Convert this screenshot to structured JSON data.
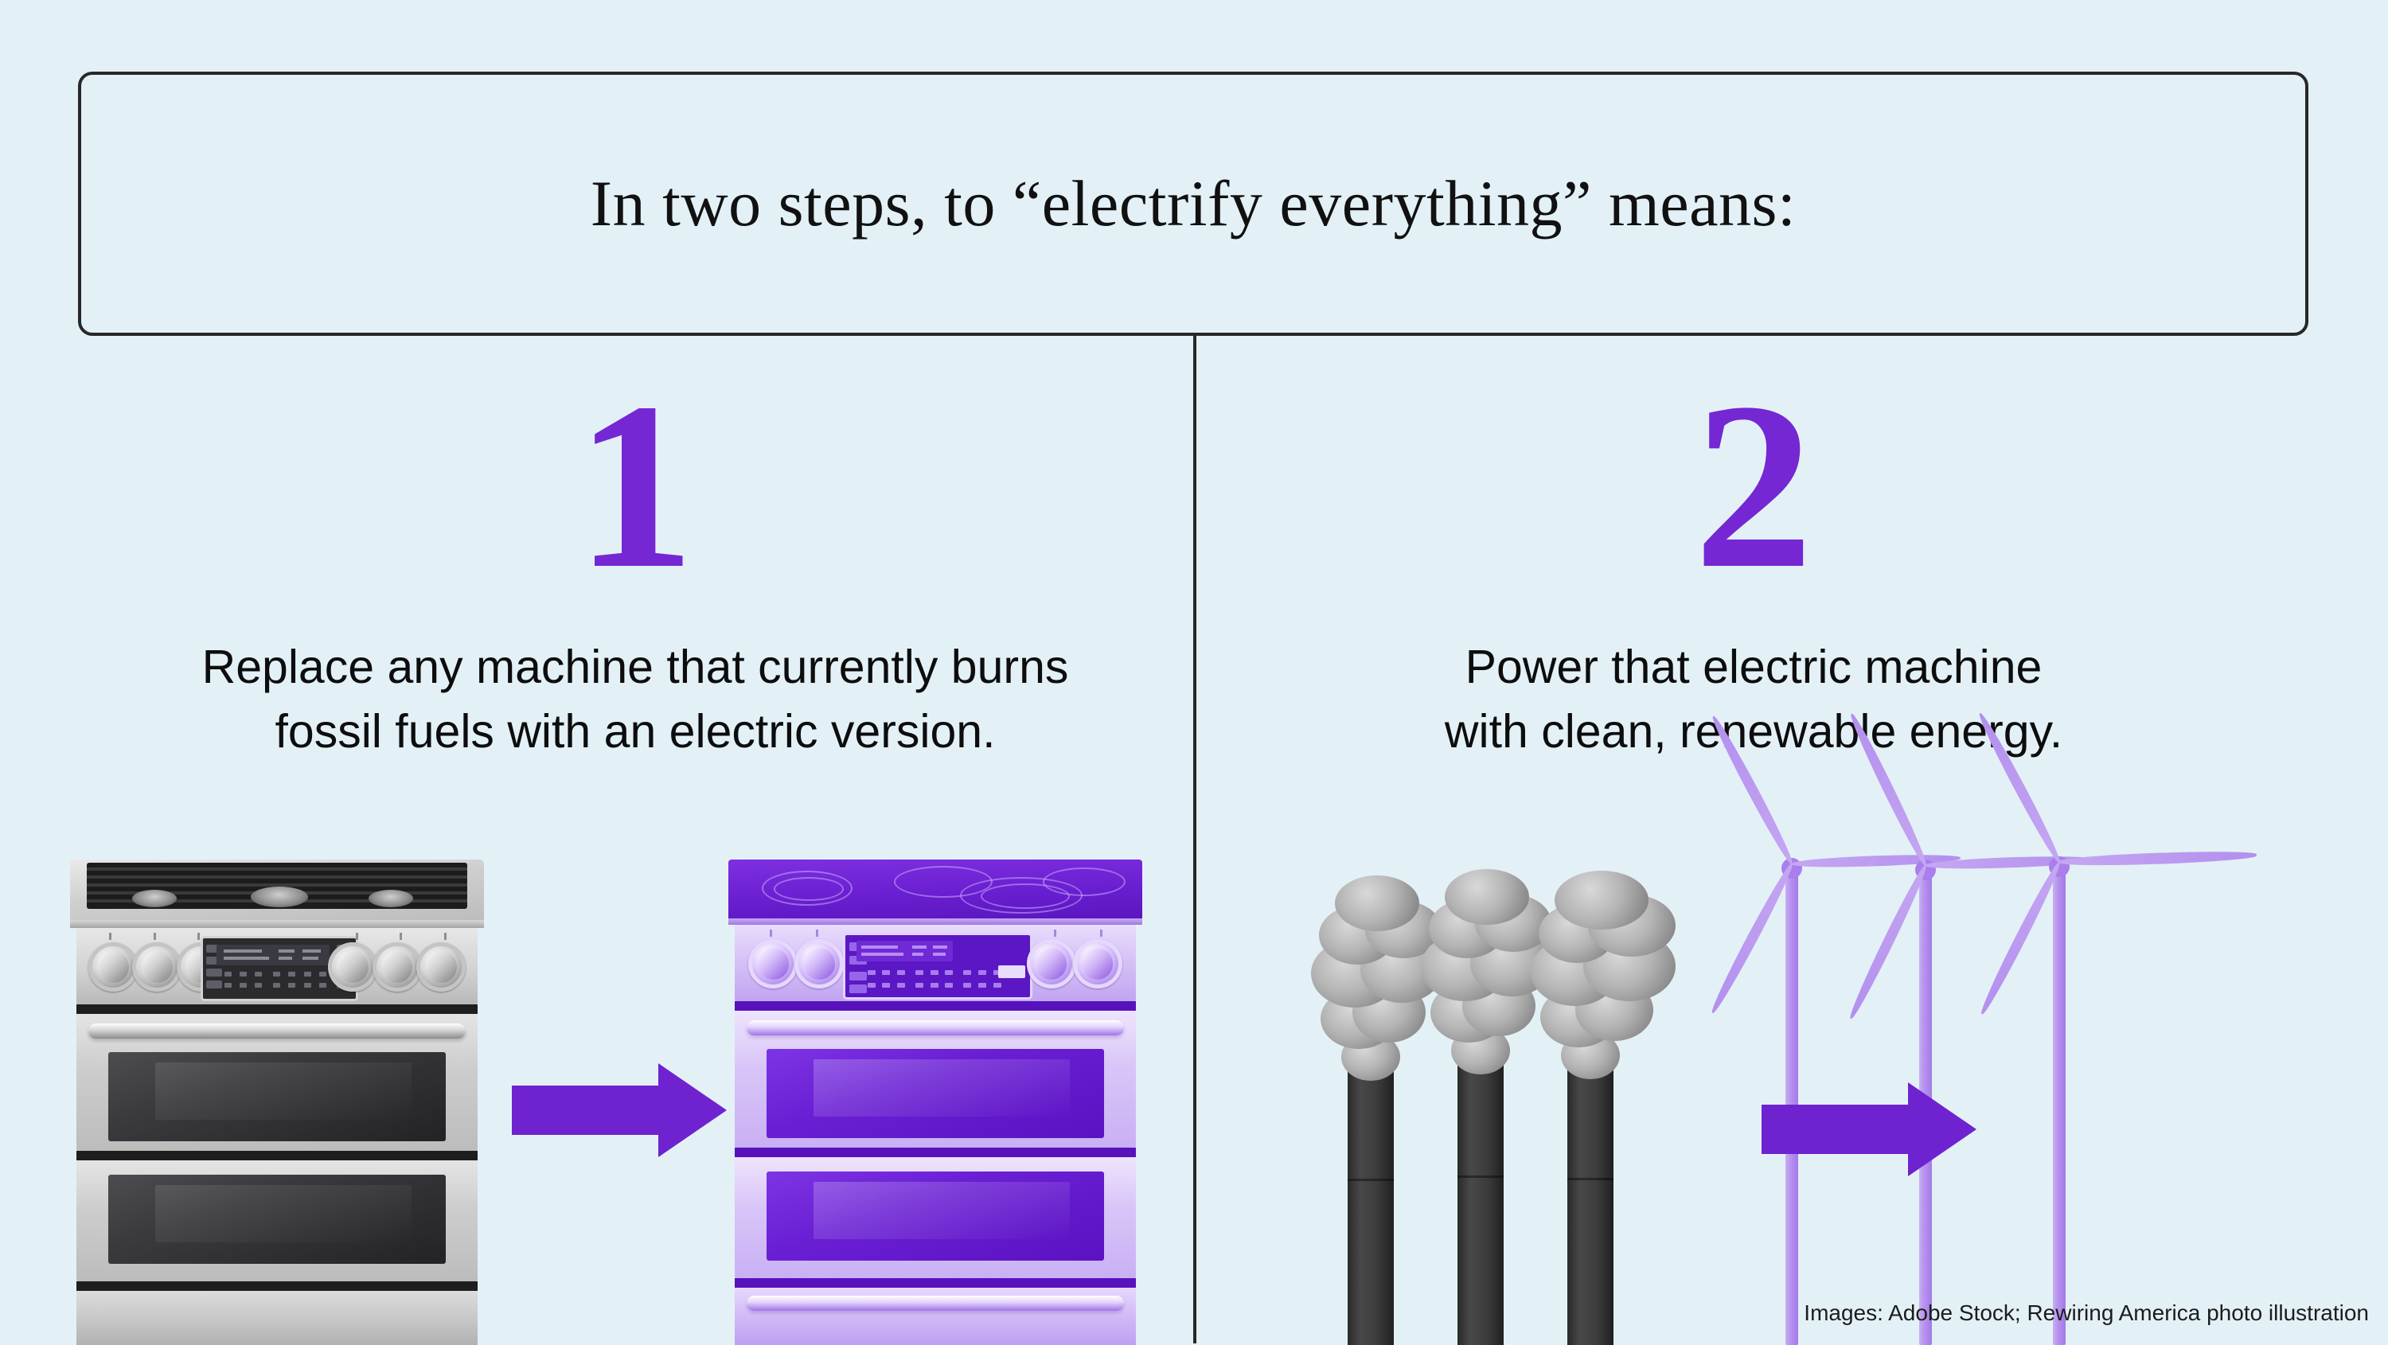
{
  "background_color": "#e3f1f7",
  "accent_color": "#7527d4",
  "arrow_color": "#6f22cf",
  "border_color": "#282828",
  "header": {
    "title": "In two steps, to “electrify everything” means:"
  },
  "steps": [
    {
      "number": "1",
      "caption_line1": "Replace any machine that currently burns",
      "caption_line2": "fossil fuels with an electric version.",
      "before_icon": "gas-range-icon",
      "after_icon": "electric-range-icon",
      "arrow_icon": "right-arrow-icon"
    },
    {
      "number": "2",
      "caption_line1": "Power that electric machine",
      "caption_line2": "with clean, renewable energy.",
      "before_icon": "smokestacks-icon",
      "after_icon": "wind-turbines-icon",
      "arrow_icon": "right-arrow-icon"
    }
  ],
  "footer": {
    "credit": "Images: Adobe Stock; Rewiring America photo illustration"
  }
}
